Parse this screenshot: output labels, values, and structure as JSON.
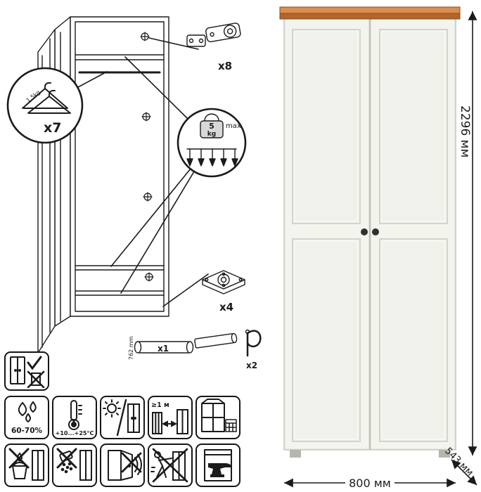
{
  "assembly": {
    "hanger_count": "x7",
    "hanger_capacity": "1.5kg",
    "load_value": "5",
    "load_unit": "kg",
    "load_qualifier": "max",
    "hinge_count": "x8",
    "foot_count": "x4",
    "rod_count": "x1",
    "rod_length": "762 mm",
    "hook_count": "x2"
  },
  "dimensions": {
    "height": "2296 мм",
    "width": "800 мм",
    "depth": "543 мм"
  },
  "care": {
    "humidity_range": "60-70%",
    "temperature_range": "+10...+25°C",
    "min_distance": "≥1 м"
  },
  "colors": {
    "outline": "#1b1b1b",
    "wood_top_face": "#d98f52",
    "wood_front": "#b2662c",
    "body_fill": "#f4f4ef",
    "body_stroke": "#c6c6bd",
    "panel_fill": "#f1f1eb",
    "panel_stroke": "#d4d4cc",
    "knob": "#303030",
    "foot": "#b6b6ae"
  }
}
